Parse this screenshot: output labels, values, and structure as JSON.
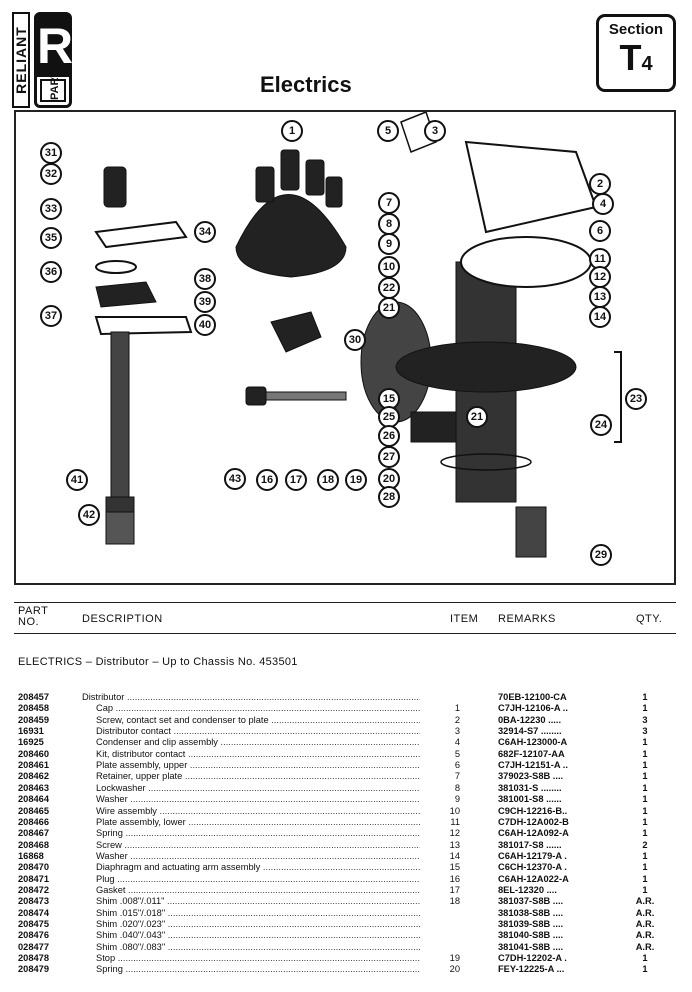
{
  "header": {
    "brand_vertical": "RELIANT",
    "logo_letter": "R",
    "logo_sub": "PART",
    "title": "Electrics",
    "section_label": "Section",
    "section_code": "T",
    "section_num": "4"
  },
  "diagram": {
    "callouts": [
      "1",
      "5",
      "3",
      "2",
      "4",
      "7",
      "8",
      "9",
      "6",
      "10",
      "11",
      "12",
      "13",
      "22",
      "14",
      "21",
      "31",
      "32",
      "33",
      "35",
      "34",
      "36",
      "38",
      "39",
      "37",
      "40",
      "30",
      "15",
      "25",
      "21",
      "23",
      "24",
      "26",
      "27",
      "20",
      "28",
      "43",
      "16",
      "17",
      "18",
      "19",
      "41",
      "42",
      "29"
    ]
  },
  "table": {
    "headers": {
      "part_no": "PART NO.",
      "description": "DESCRIPTION",
      "item": "ITEM",
      "remarks": "REMARKS",
      "qty": "QTY."
    },
    "group_title": "ELECTRICS – Distributor – Up to Chassis No. 453501",
    "rows": [
      {
        "part": "208457",
        "desc": "Distributor",
        "item": "",
        "remarks": "70EB-12100-CA",
        "qty": "1",
        "sub": false
      },
      {
        "part": "208458",
        "desc": "Cap",
        "item": "1",
        "remarks": "C7JH-12106-A ..",
        "qty": "1",
        "sub": true
      },
      {
        "part": "208459",
        "desc": "Screw, contact set and condenser to plate",
        "item": "2",
        "remarks": "0BA-12230 .....",
        "qty": "3",
        "sub": true
      },
      {
        "part": "16931",
        "desc": "Distributor contact",
        "item": "3",
        "remarks": "32914-S7 ........",
        "qty": "3",
        "sub": true
      },
      {
        "part": "16925",
        "desc": "Condenser and clip assembly",
        "item": "4",
        "remarks": "C6AH-123000-A",
        "qty": "1",
        "sub": true
      },
      {
        "part": "208460",
        "desc": "Kit, distributor contact",
        "item": "5",
        "remarks": "682F-12107-AA",
        "qty": "1",
        "sub": true
      },
      {
        "part": "208461",
        "desc": "Plate assembly, upper",
        "item": "6",
        "remarks": "C7JH-12151-A ..",
        "qty": "1",
        "sub": true
      },
      {
        "part": "208462",
        "desc": "Retainer, upper plate",
        "item": "7",
        "remarks": "379023-S8B ....",
        "qty": "1",
        "sub": true
      },
      {
        "part": "208463",
        "desc": "Lockwasher",
        "item": "8",
        "remarks": "381031-S ........",
        "qty": "1",
        "sub": true
      },
      {
        "part": "208464",
        "desc": "Washer",
        "item": "9",
        "remarks": "381001-S8 ......",
        "qty": "1",
        "sub": true
      },
      {
        "part": "208465",
        "desc": "Wire assembly",
        "item": "10",
        "remarks": "C9CH-12216-B..",
        "qty": "1",
        "sub": true
      },
      {
        "part": "208466",
        "desc": "Plate assembly, lower",
        "item": "11",
        "remarks": "C7DH-12A002-B",
        "qty": "1",
        "sub": true
      },
      {
        "part": "208467",
        "desc": "Spring",
        "item": "12",
        "remarks": "C6AH-12A092-A",
        "qty": "1",
        "sub": true
      },
      {
        "part": "208468",
        "desc": "Screw",
        "item": "13",
        "remarks": "381017-S8 ......",
        "qty": "2",
        "sub": true
      },
      {
        "part": "16868",
        "desc": "Washer",
        "item": "14",
        "remarks": "C6AH-12179-A .",
        "qty": "1",
        "sub": true
      },
      {
        "part": "208470",
        "desc": "Diaphragm and actuating arm assembly",
        "item": "15",
        "remarks": "C6CH-12370-A .",
        "qty": "1",
        "sub": true
      },
      {
        "part": "208471",
        "desc": "Plug",
        "item": "16",
        "remarks": "C6AH-12A022-A",
        "qty": "1",
        "sub": true
      },
      {
        "part": "208472",
        "desc": "Gasket",
        "item": "17",
        "remarks": "8EL-12320 ....",
        "qty": "1",
        "sub": true
      },
      {
        "part": "208473",
        "desc": "Shim .008\"/.011\"",
        "item": "18",
        "remarks": "381037-S8B ....",
        "qty": "A.R.",
        "sub": true
      },
      {
        "part": "208474",
        "desc": "Shim .015\"/.018\"",
        "item": "",
        "remarks": "381038-S8B ....",
        "qty": "A.R.",
        "sub": true
      },
      {
        "part": "208475",
        "desc": "Shim .020\"/.023\"",
        "item": "",
        "remarks": "381039-S8B ....",
        "qty": "A.R.",
        "sub": true
      },
      {
        "part": "208476",
        "desc": "Shim .040\"/.043\"",
        "item": "",
        "remarks": "381040-S8B ....",
        "qty": "A.R.",
        "sub": true
      },
      {
        "part": "028477",
        "desc": "Shim .080\"/.083\"",
        "item": "",
        "remarks": "381041-S8B ....",
        "qty": "A.R.",
        "sub": true
      },
      {
        "part": "208478",
        "desc": "Stop",
        "item": "19",
        "remarks": "C7DH-12202-A .",
        "qty": "1",
        "sub": true
      },
      {
        "part": "208479",
        "desc": "Spring",
        "item": "20",
        "remarks": "FEY-12225-A ...",
        "qty": "1",
        "sub": true
      }
    ]
  }
}
